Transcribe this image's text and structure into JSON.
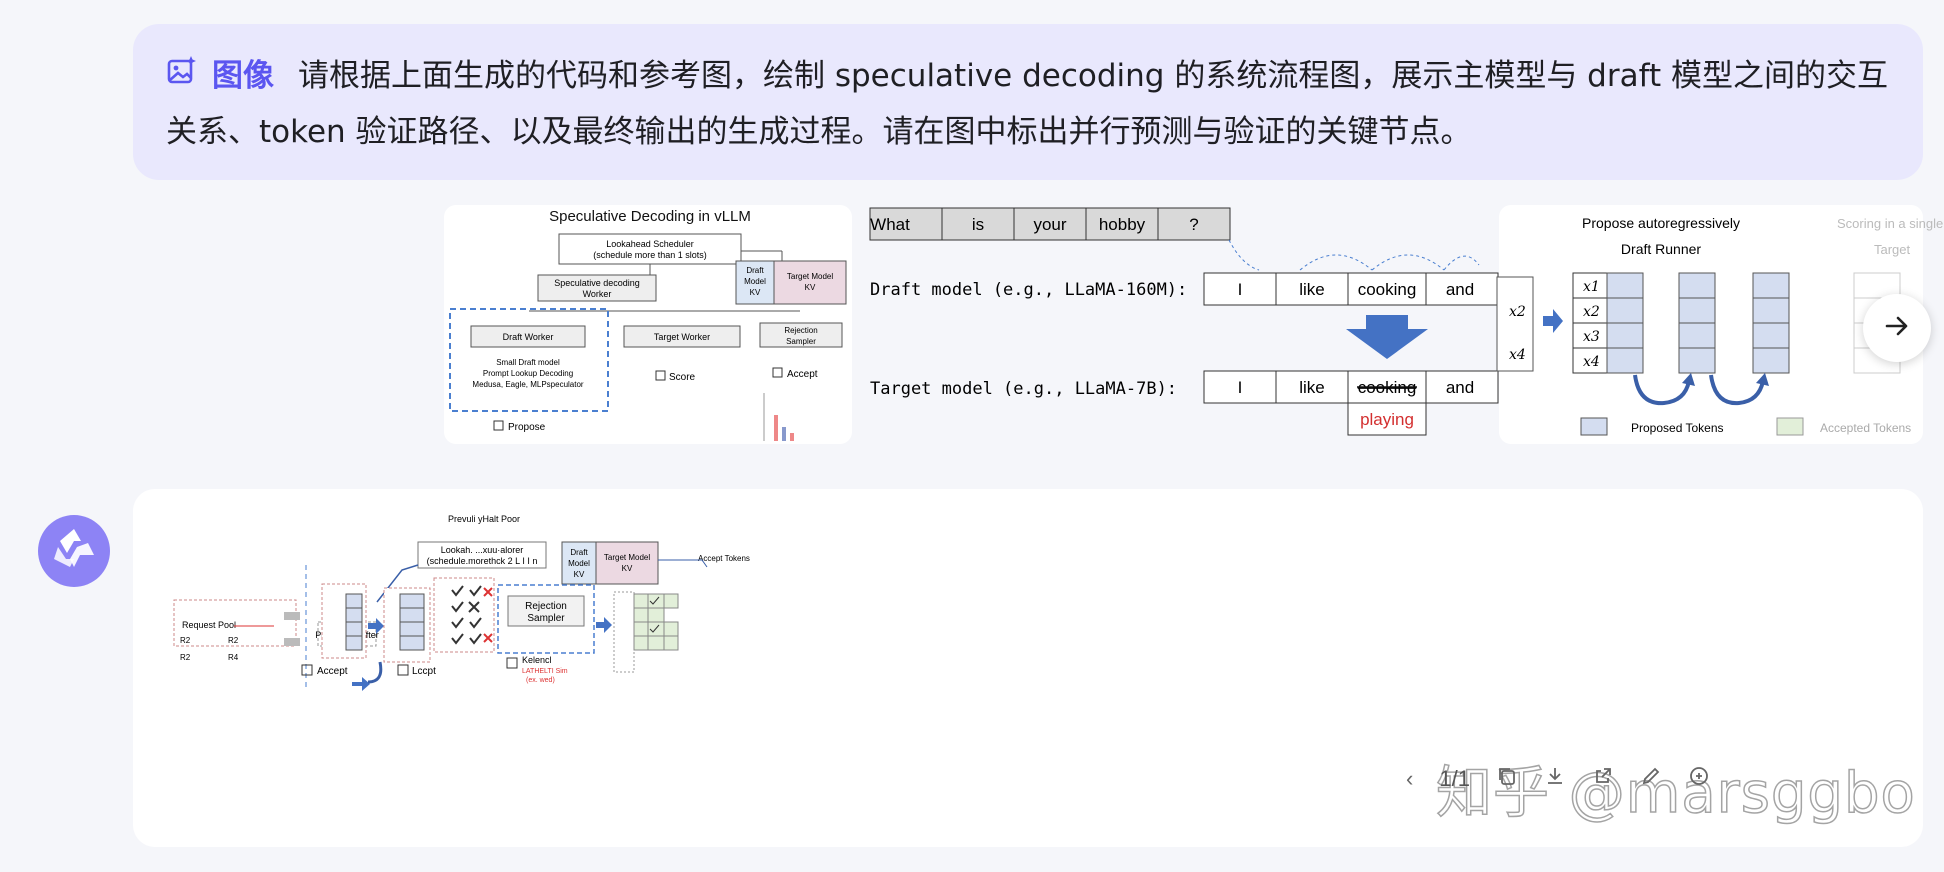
{
  "prompt": {
    "tag_label": "图像",
    "text": "请根据上面生成的代码和参考图，绘制 speculative decoding 的系统流程图，展示主模型与 draft 模型之间的交互关系、token 验证路径、以及最终输出的生成过程。请在图中标出并行预测与验证的关键节点。"
  },
  "ref1": {
    "title": "Speculative Decoding in vLLM",
    "scheduler": "Lookahead Scheduler",
    "scheduler_sub": "(schedule more than 1 slots)",
    "spec_worker": "Speculative decoding",
    "spec_worker2": "Worker",
    "draft_kv": "Draft",
    "draft_kv2": "Model",
    "draft_kv3": "KV",
    "target_kv": "Target Model",
    "target_kv2": "KV",
    "draft_worker": "Draft Worker",
    "target_worker": "Target Worker",
    "rejection": "Rejection",
    "rejection2": "Sampler",
    "small_draft": "Small Draft model",
    "prompt_lookup": "Prompt Lookup Decoding",
    "medusa": "Medusa, Eagle, MLPspeculator",
    "score": "Score",
    "accept": "Accept",
    "propose": "Propose"
  },
  "ref2": {
    "tokens_top": [
      "What",
      "is",
      "your",
      "hobby",
      "?"
    ],
    "draft_label": "Draft model (e.g., LLaMA-160M):",
    "target_label": "Target model (e.g., LLaMA-7B):",
    "draft_tokens": [
      "I",
      "like",
      "cooking",
      "and"
    ],
    "target_tokens": [
      "I",
      "like",
      "cooking",
      "and"
    ],
    "correction": "playing"
  },
  "ref3": {
    "title": "Propose autoregressively",
    "runner": "Draft Runner",
    "scoring": "Scoring in a single",
    "target": "Target",
    "proposed": "Proposed Tokens",
    "accepted": "Accepted Tokens",
    "x_labels": [
      "x1",
      "x2",
      "x3",
      "x4"
    ],
    "left_labels": [
      "x2",
      "x4"
    ]
  },
  "answer_image": {
    "top_label": "Prevuli yHalt Poor",
    "scheduler": "Lookah. ...xuu·alorer",
    "scheduler2": "(schedule.morethck 2 L I I n",
    "draft_kv": "Draft",
    "draft_kv2": "Model",
    "draft_kv3": "KV",
    "target_kv": "Target Model",
    "target_kv2": "KV",
    "accept_tokens": "Accept Tokens",
    "request_pool": "Request Pool",
    "r_labels": [
      "R2",
      "R2",
      "R2",
      "R4"
    ],
    "proposed": "Proposed Jafter",
    "accept": "Accept",
    "lccpt": "Lccpt",
    "rejection": "Rejection",
    "rejection2": "Sampler",
    "kelencl": "Kelencl",
    "kelencl2": "LATHELTI Sim",
    "kelencl3": "(ex. wed)"
  },
  "pager": {
    "prev": "‹",
    "index": "1",
    "sep": "/",
    "total": "1"
  },
  "watermark": "知乎 @marsggbo"
}
